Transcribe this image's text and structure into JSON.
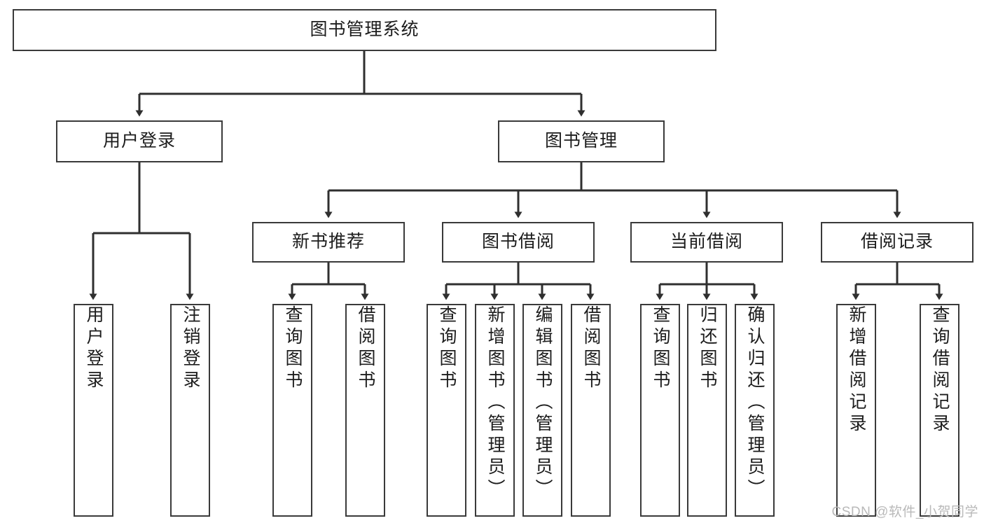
{
  "diagram": {
    "title": "图书管理系统",
    "type": "tree",
    "watermark": "CSDN @软件_小贺同学",
    "colors": {
      "background": "#ffffff",
      "node_border": "#3a3a3a",
      "node_fill": "#ffffff",
      "edge": "#2f2f2f",
      "text": "#1c1c1c",
      "watermark": "#b9b9b9"
    },
    "levels": {
      "root": "图书管理系统",
      "level2": [
        "用户登录",
        "图书管理"
      ],
      "level3": [
        "新书推荐",
        "图书借阅",
        "当前借阅",
        "借阅记录"
      ]
    }
  },
  "nodes": {
    "root": {
      "label": "图书管理系统"
    },
    "user_login": {
      "label": "用户登录"
    },
    "book_manage": {
      "label": "图书管理"
    },
    "new_book_rec": {
      "label": "新书推荐"
    },
    "book_borrow": {
      "label": "图书借阅"
    },
    "current_borrow": {
      "label": "当前借阅"
    },
    "borrow_record": {
      "label": "借阅记录"
    },
    "leaf_user_login": {
      "label": "用户登录"
    },
    "leaf_logout": {
      "label": "注销登录"
    },
    "leaf_query_book_1": {
      "label": "查询图书"
    },
    "leaf_borrow_book_1": {
      "label": "借阅图书"
    },
    "leaf_query_book_2": {
      "label": "查询图书"
    },
    "leaf_add_book": {
      "label": "新增图书（管理员）"
    },
    "leaf_edit_book": {
      "label": "编辑图书（管理员）"
    },
    "leaf_borrow_book_2": {
      "label": "借阅图书"
    },
    "leaf_query_book_3": {
      "label": "查询图书"
    },
    "leaf_return_book": {
      "label": "归还图书"
    },
    "leaf_confirm_return": {
      "label": "确认归还（管理员）"
    },
    "leaf_add_record": {
      "label": "新增借阅记录"
    },
    "leaf_query_record": {
      "label": "查询借阅记录"
    }
  },
  "tree": {
    "edges": [
      {
        "from": "图书管理系统",
        "to": "用户登录"
      },
      {
        "from": "图书管理系统",
        "to": "图书管理"
      },
      {
        "from": "用户登录",
        "to": "用户登录"
      },
      {
        "from": "用户登录",
        "to": "注销登录"
      },
      {
        "from": "图书管理",
        "to": "新书推荐"
      },
      {
        "from": "图书管理",
        "to": "图书借阅"
      },
      {
        "from": "图书管理",
        "to": "当前借阅"
      },
      {
        "from": "图书管理",
        "to": "借阅记录"
      },
      {
        "from": "新书推荐",
        "to": "查询图书"
      },
      {
        "from": "新书推荐",
        "to": "借阅图书"
      },
      {
        "from": "图书借阅",
        "to": "查询图书"
      },
      {
        "from": "图书借阅",
        "to": "新增图书（管理员）"
      },
      {
        "from": "图书借阅",
        "to": "编辑图书（管理员）"
      },
      {
        "from": "图书借阅",
        "to": "借阅图书"
      },
      {
        "from": "当前借阅",
        "to": "查询图书"
      },
      {
        "from": "当前借阅",
        "to": "归还图书"
      },
      {
        "from": "当前借阅",
        "to": "确认归还（管理员）"
      },
      {
        "from": "借阅记录",
        "to": "新增借阅记录"
      },
      {
        "from": "借阅记录",
        "to": "查询借阅记录"
      }
    ]
  }
}
